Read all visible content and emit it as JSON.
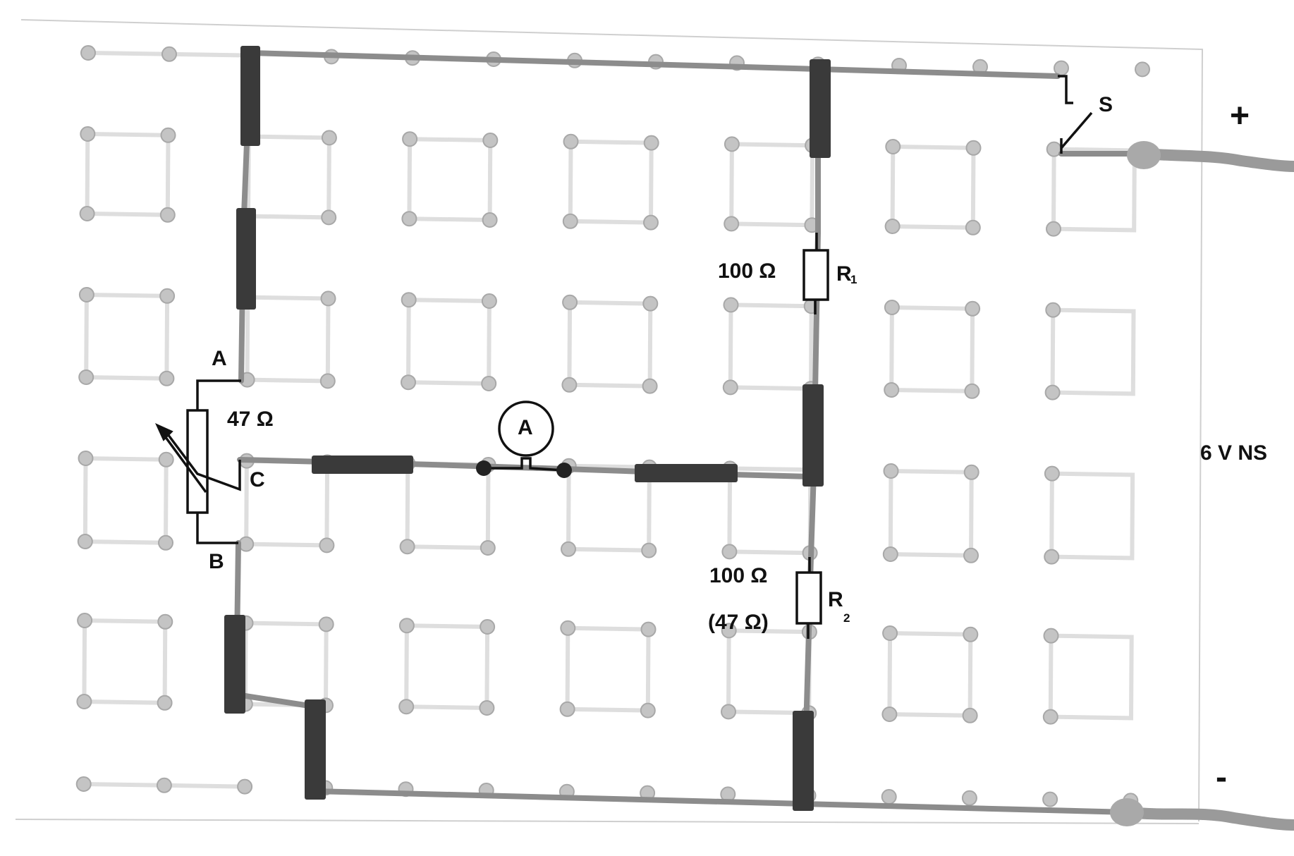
{
  "labels": {
    "a": "A",
    "b": "B",
    "c": "C",
    "s": "S",
    "pot_value": "47 Ω",
    "ammeter": "A",
    "r1_value": "100 Ω",
    "r1_name": "R",
    "r1_sub": "1",
    "r2_value": "100 Ω",
    "r2_alt": "(47 Ω)",
    "r2_name": "R",
    "r2_sub": "2",
    "plus": "+",
    "minus": "-",
    "supply": "6 V NS"
  },
  "colors": {
    "socket": "#c4c4c4",
    "socket_rim": "#a8a8a8",
    "grid_line": "#dedede",
    "wire": "#8c8c8c",
    "connector": "#3a3a3a",
    "component_line": "#111111",
    "border": "#cfcfcf"
  }
}
